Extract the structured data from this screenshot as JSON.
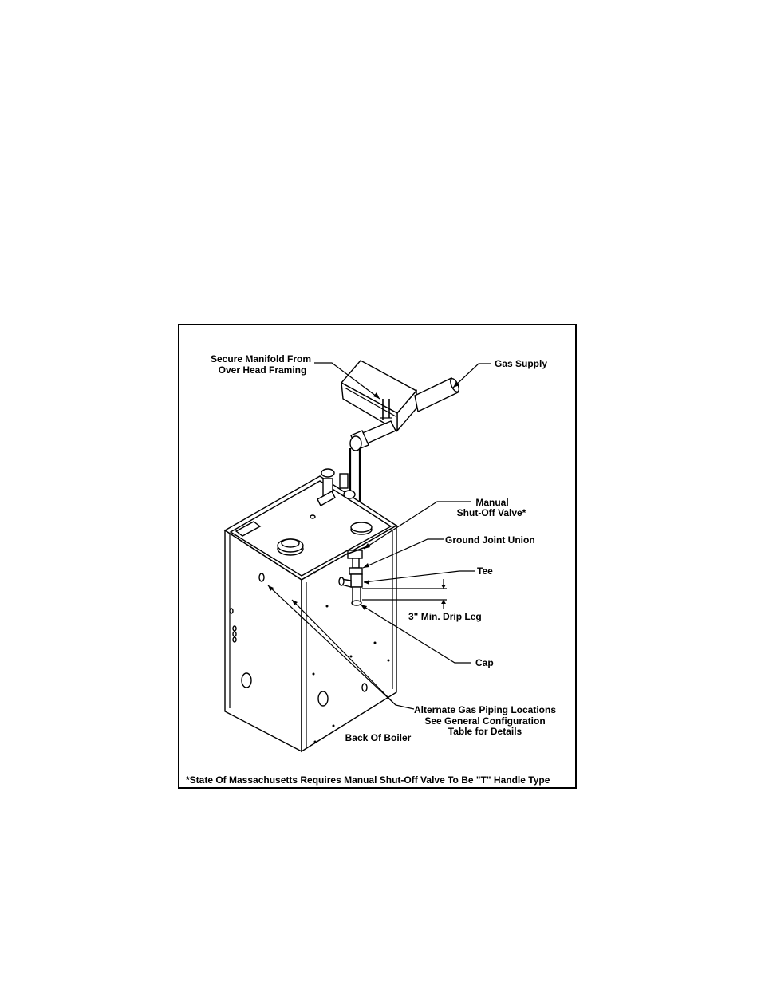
{
  "labels": {
    "secure_manifold_line1": "Secure Manifold From",
    "secure_manifold_line2": "Over Head Framing",
    "gas_supply": "Gas Supply",
    "manual_valve_line1": "Manual",
    "manual_valve_line2": "Shut-Off Valve*",
    "ground_joint_union": "Ground Joint Union",
    "tee": "Tee",
    "drip_leg": "3\" Min. Drip Leg",
    "cap": "Cap",
    "alternate_line1": "Alternate Gas Piping Locations",
    "alternate_line2": "See General Configuration",
    "alternate_line3": "Table for Details",
    "back_of_boiler": "Back Of Boiler"
  },
  "footnote": "*State Of Massachusetts Requires Manual Shut-Off Valve To Be \"T\" Handle Type"
}
